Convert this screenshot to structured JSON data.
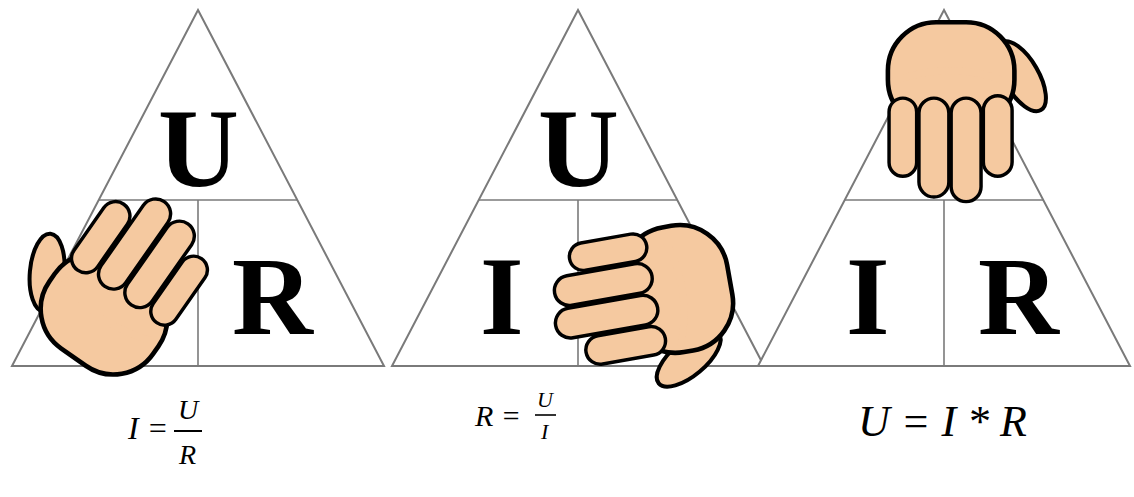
{
  "diagram": {
    "nodes": [
      {
        "text": [
          "U",
          "R"
        ]
      },
      {
        "text": [
          "U",
          "I"
        ]
      },
      {
        "text": [
          "I",
          "R"
        ]
      }
    ],
    "labels": [
      "I =",
      "U",
      "R",
      "R =",
      "U",
      "I",
      "U = I * R"
    ]
  }
}
